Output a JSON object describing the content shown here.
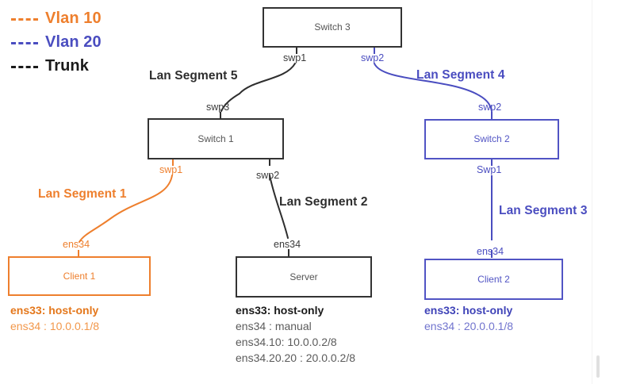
{
  "legend": {
    "items": [
      {
        "label": "Vlan 10",
        "color": "#EE7F2D",
        "icon": "dashed-line-icon"
      },
      {
        "label": "Vlan 20",
        "color": "#4A4DC0",
        "icon": "dashed-line-icon"
      },
      {
        "label": "Trunk",
        "color": "#1a1a1a",
        "icon": "dashed-line-icon"
      }
    ]
  },
  "nodes": {
    "switch3": {
      "label": "Switch 3",
      "color": "#333333"
    },
    "switch1": {
      "label": "Switch 1",
      "color": "#333333"
    },
    "switch2": {
      "label": "Switch 2",
      "color": "#5154C4"
    },
    "client1": {
      "label": "Client 1",
      "color": "#EE7F2D"
    },
    "server": {
      "label": "Server",
      "color": "#333333"
    },
    "client2": {
      "label": "Client 2",
      "color": "#5154C4"
    }
  },
  "ports": {
    "switch3_swp1": "swp1",
    "switch3_swp2": "swp2",
    "switch1_swp3": "swp3",
    "switch1_swp1": "swp1",
    "switch1_swp2": "swp2",
    "switch2_swp2": "swp2",
    "switch2_swp1": "Swp1",
    "client1_ens34": "ens34",
    "server_ens34": "ens34",
    "client2_ens34": "ens34"
  },
  "segments": {
    "seg5": {
      "label": "Lan Segment 5",
      "color": "#2e2e2e"
    },
    "seg4": {
      "label": "Lan Segment 4",
      "color": "#4A4DC0"
    },
    "seg1": {
      "label": "Lan Segment 1",
      "color": "#EE7F2D"
    },
    "seg2": {
      "label": "Lan Segment 2",
      "color": "#2e2e2e"
    },
    "seg3": {
      "label": "Lan Segment 3",
      "color": "#4A4DC0"
    }
  },
  "info": {
    "client1": {
      "line1": "ens33: host-only",
      "line2": "ens34 : 10.0.0.1/8"
    },
    "server": {
      "line1": "ens33: host-only",
      "line2": "ens34 : manual",
      "line3": "ens34.10: 10.0.0.2/8",
      "line4": "ens34.20.20 : 20.0.0.2/8"
    },
    "client2": {
      "line1": "ens33: host-only",
      "line2": "ens34 : 20.0.0.1/8"
    }
  },
  "colors": {
    "vlan10": "#EE7F2D",
    "vlan20": "#4A4DC0",
    "trunk": "#1a1a1a"
  }
}
